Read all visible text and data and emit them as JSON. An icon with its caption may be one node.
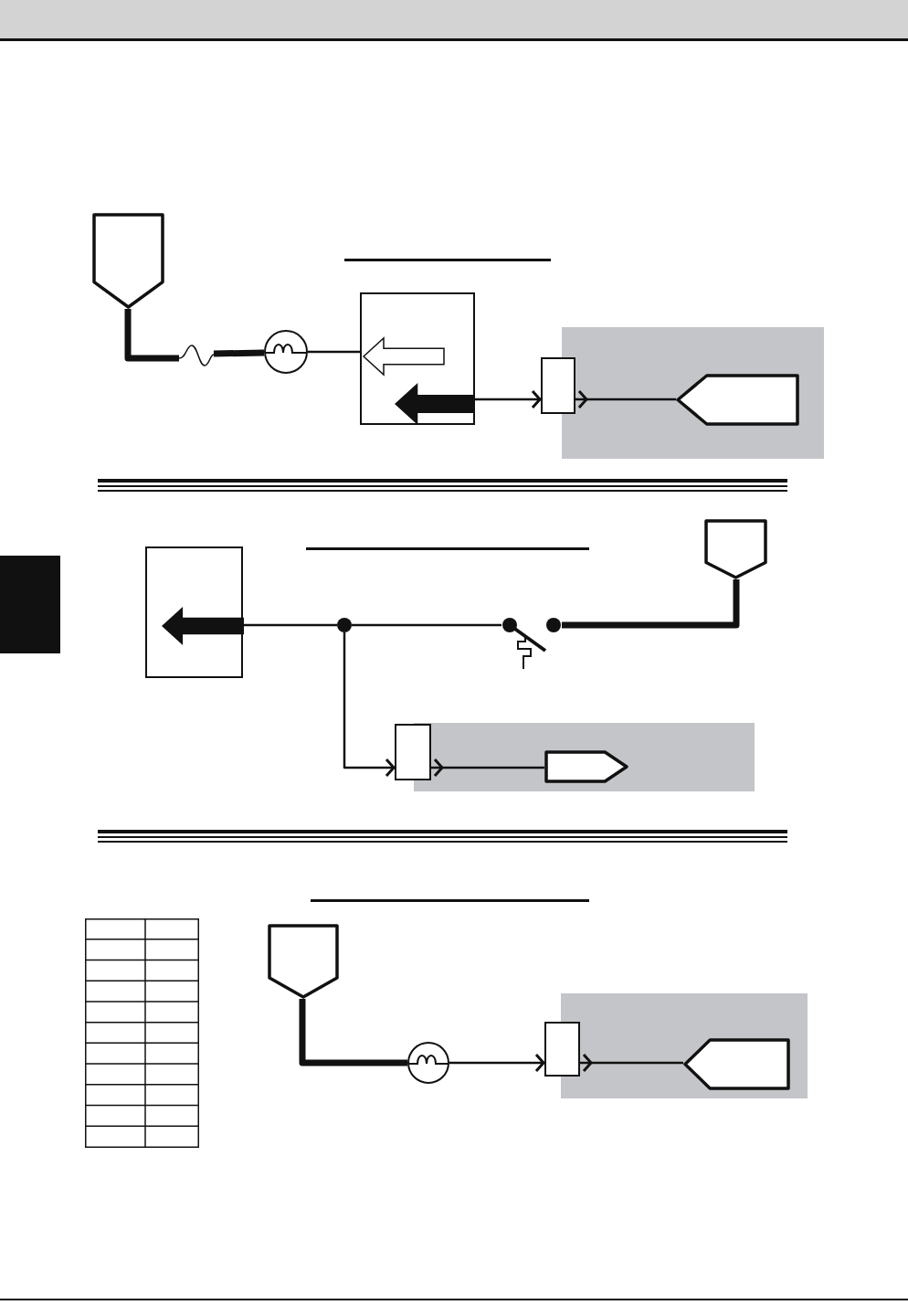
{
  "diagram": {
    "nodes": [
      {
        "text": [],
        "shape": "pentagon"
      },
      {
        "text": [],
        "shape": "fuse"
      },
      {
        "text": [],
        "shape": "circle"
      },
      {
        "text": [],
        "shape": "box"
      },
      {
        "text": [],
        "shape": "box"
      },
      {
        "text": [],
        "shape": "box"
      },
      {
        "text": [],
        "shape": "pentagon",
        "in": 4
      },
      {
        "text": [],
        "shape": "box"
      },
      {
        "text": [],
        "shape": "circle"
      },
      {
        "text": [],
        "shape": "switch"
      },
      {
        "text": [],
        "shape": "pentagon"
      },
      {
        "text": [],
        "shape": "box"
      },
      {
        "text": [],
        "shape": "box"
      },
      {
        "text": [],
        "shape": "pentagon",
        "in": 11
      },
      {
        "text": [],
        "shape": "pentagon"
      },
      {
        "text": [],
        "shape": "circle"
      },
      {
        "text": [],
        "shape": "box"
      },
      {
        "text": [],
        "shape": "box"
      },
      {
        "text": [],
        "shape": "pentagon",
        "in": 16
      }
    ],
    "edges": [
      {
        "from": 0,
        "to": 1,
        "arrow": "none",
        "style": "thick"
      },
      {
        "from": 1,
        "to": 2,
        "arrow": "none",
        "style": "thick"
      },
      {
        "from": 2,
        "to": 3,
        "arrow": "none"
      },
      {
        "from": 3,
        "to": 5,
        "arrow": "to"
      },
      {
        "from": 5,
        "to": 6,
        "arrow": "other"
      },
      {
        "from": 7,
        "to": 8,
        "arrow": "none"
      },
      {
        "from": 8,
        "to": 9,
        "arrow": "none"
      },
      {
        "from": 9,
        "to": 10,
        "arrow": "none",
        "style": "thick"
      },
      {
        "from": 8,
        "to": 12,
        "arrow": "to"
      },
      {
        "from": 12,
        "to": 13,
        "arrow": "other"
      },
      {
        "from": 14,
        "to": 15,
        "arrow": "none",
        "style": "thick"
      },
      {
        "from": 15,
        "to": 17,
        "arrow": "to"
      },
      {
        "from": 17,
        "to": 18,
        "arrow": "other"
      }
    ]
  }
}
